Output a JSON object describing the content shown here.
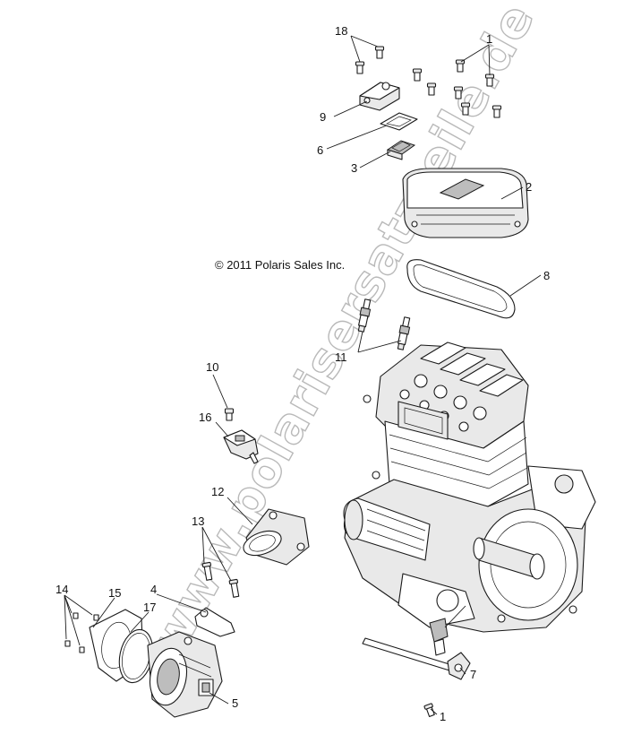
{
  "copyright": "© 2011 Polaris Sales Inc.",
  "watermark": "www.polarisersatzteile.de",
  "callouts": [
    "18",
    "1",
    "9",
    "6",
    "3",
    "2",
    "8",
    "11",
    "10",
    "16",
    "12",
    "13",
    "14",
    "15",
    "4",
    "17",
    "5",
    "7",
    "1"
  ],
  "parts": {
    "engine": "engine-assembly",
    "valve_cover": "valve-cover",
    "valve_cover_gasket": "valve-cover-gasket",
    "spark_plugs": "spark-plug",
    "throttle_body": "throttle-body",
    "intake_adapter": "intake-adapter",
    "sensor": "map-sensor",
    "bolts": "bolt"
  }
}
